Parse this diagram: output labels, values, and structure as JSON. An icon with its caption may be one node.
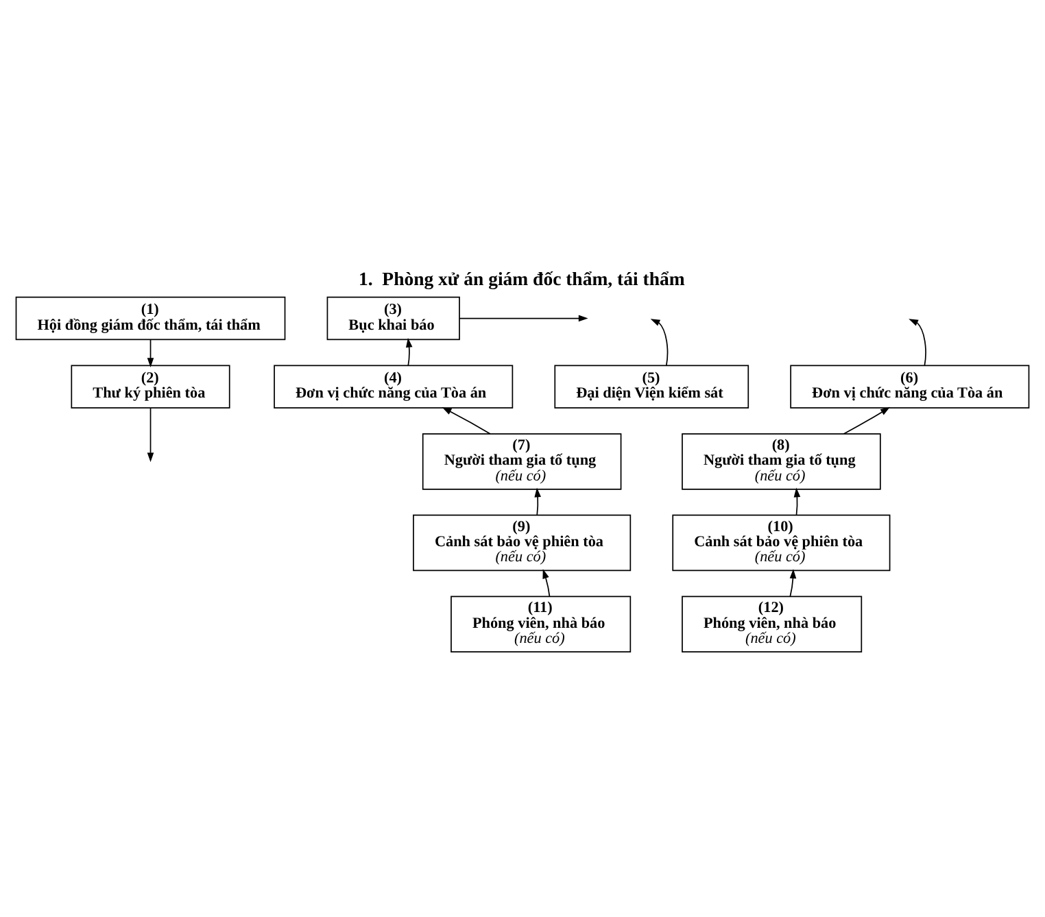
{
  "diagram": {
    "title": "1.  Phòng xử án giám đốc thẩm, tái thẩm",
    "nodes": [
      {
        "text": [
          "(1)",
          "Hội đồng giám đốc thẩm, tái thẩm"
        ]
      },
      {
        "text": [
          "(2)",
          "Thư ký phiên tòa"
        ]
      },
      {
        "text": [
          "(3)",
          "Bục khai báo"
        ]
      },
      {
        "text": [
          "(4)",
          "Đơn vị chức năng của Tòa án"
        ]
      },
      {
        "text": [
          "(5)",
          "Đại diện Viện kiểm sát"
        ]
      },
      {
        "text": [
          "(6)",
          "Đơn vị chức năng của Tòa án"
        ]
      },
      {
        "text": [
          "(7)",
          "Người tham gia tố tụng",
          "(nếu có)"
        ]
      },
      {
        "text": [
          "(8)",
          "Người tham gia tố tụng",
          "(nếu có)"
        ]
      },
      {
        "text": [
          "(9)",
          "Cảnh sát bảo vệ phiên tòa",
          "(nếu có)"
        ]
      },
      {
        "text": [
          "(10)",
          "Cảnh sát bảo vệ phiên tòa",
          "(nếu có)"
        ]
      },
      {
        "text": [
          "(11)",
          "Phóng viên, nhà báo",
          "(nếu có)"
        ]
      },
      {
        "text": [
          "(12)",
          "Phóng viên, nhà báo",
          "(nếu có)"
        ]
      }
    ],
    "edges": [
      {
        "from": 0,
        "to": 1,
        "arrow": "to"
      },
      {
        "from": 1,
        "to": null,
        "arrow": "to"
      },
      {
        "from": 4,
        "to": null,
        "arrow": "to"
      },
      {
        "from": 2,
        "to": null,
        "arrow": "to"
      },
      {
        "from": 3,
        "to": 2,
        "arrow": "to"
      },
      {
        "from": 5,
        "to": null,
        "arrow": "to"
      },
      {
        "from": 6,
        "to": 3,
        "arrow": "to"
      },
      {
        "from": 7,
        "to": 5,
        "arrow": "to"
      },
      {
        "from": 8,
        "to": 6,
        "arrow": "to"
      },
      {
        "from": 9,
        "to": 7,
        "arrow": "to"
      },
      {
        "from": 10,
        "to": 8,
        "arrow": "to"
      },
      {
        "from": 11,
        "to": 9,
        "arrow": "to"
      }
    ]
  }
}
